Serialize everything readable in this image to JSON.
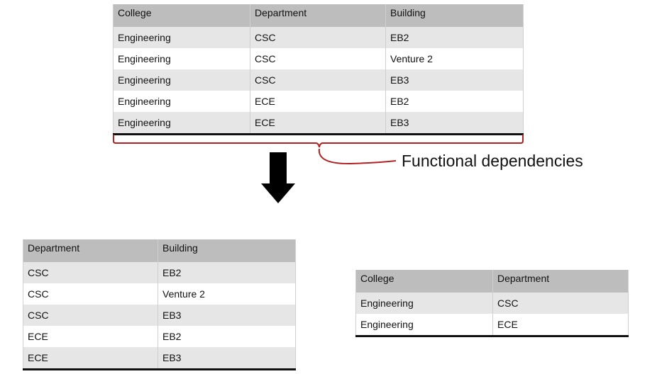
{
  "main_table": {
    "headers": [
      "College",
      "Department",
      "Building"
    ],
    "rows": [
      [
        "Engineering",
        "CSC",
        "EB2"
      ],
      [
        "Engineering",
        "CSC",
        "Venture 2"
      ],
      [
        "Engineering",
        "CSC",
        "EB3"
      ],
      [
        "Engineering",
        "ECE",
        "EB2"
      ],
      [
        "Engineering",
        "ECE",
        "EB3"
      ]
    ]
  },
  "annotation": {
    "label": "Functional dependencies",
    "color": "#b22222"
  },
  "arrow": {
    "icon": "down-arrow-icon",
    "color": "#000000"
  },
  "department_table": {
    "headers": [
      "Department",
      "Building"
    ],
    "rows": [
      [
        "CSC",
        "EB2"
      ],
      [
        "CSC",
        "Venture 2"
      ],
      [
        "CSC",
        "EB3"
      ],
      [
        "ECE",
        "EB2"
      ],
      [
        "ECE",
        "EB3"
      ]
    ]
  },
  "college_table": {
    "headers": [
      "College",
      "Department"
    ],
    "rows": [
      [
        "Engineering",
        "CSC"
      ],
      [
        "Engineering",
        "ECE"
      ]
    ]
  }
}
